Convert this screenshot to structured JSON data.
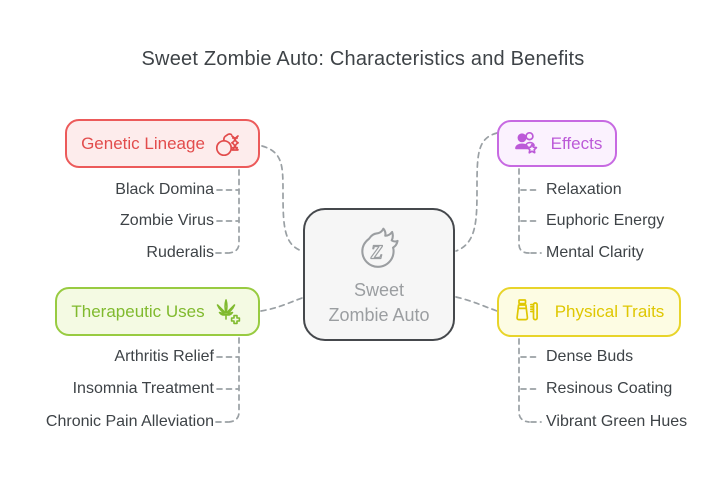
{
  "title": "Sweet Zombie Auto: Characteristics and Benefits",
  "item_text_color": "#3e4347",
  "connector_color": "#9aa0a4",
  "center": {
    "line1": "Sweet",
    "line2": "Zombie Auto",
    "icon": "z-flame-icon",
    "border_color": "#45484c",
    "fill": "#f6f6f6",
    "text_color": "#9b9ea1"
  },
  "branches": [
    {
      "label": "Genetic Lineage",
      "icon": "fruit-dna-icon",
      "color": "#e24c4c",
      "border_color": "#ec5a5a",
      "fill": "#fdecec",
      "items": [
        "Black Domina",
        "Zombie Virus",
        "Ruderalis"
      ]
    },
    {
      "label": "Effects",
      "icon": "users-star-icon",
      "color": "#bc5ad8",
      "border_color": "#c76ae2",
      "fill": "#fbf2fe",
      "items": [
        "Relaxation",
        "Euphoric Energy",
        "Mental Clarity"
      ]
    },
    {
      "label": "Therapeutic Uses",
      "icon": "cannabis-leaf-plus-icon",
      "color": "#80ba2e",
      "border_color": "#98cb41",
      "fill": "#f4fae3",
      "items": [
        "Arthritis Relief",
        "Insomnia Treatment",
        "Chronic Pain Alleviation"
      ]
    },
    {
      "label": "Physical Traits",
      "icon": "tube-brush-icon",
      "color": "#dfc702",
      "border_color": "#e8d42a",
      "fill": "#fdfce3",
      "items": [
        "Dense Buds",
        "Resinous Coating",
        "Vibrant Green Hues"
      ]
    }
  ]
}
